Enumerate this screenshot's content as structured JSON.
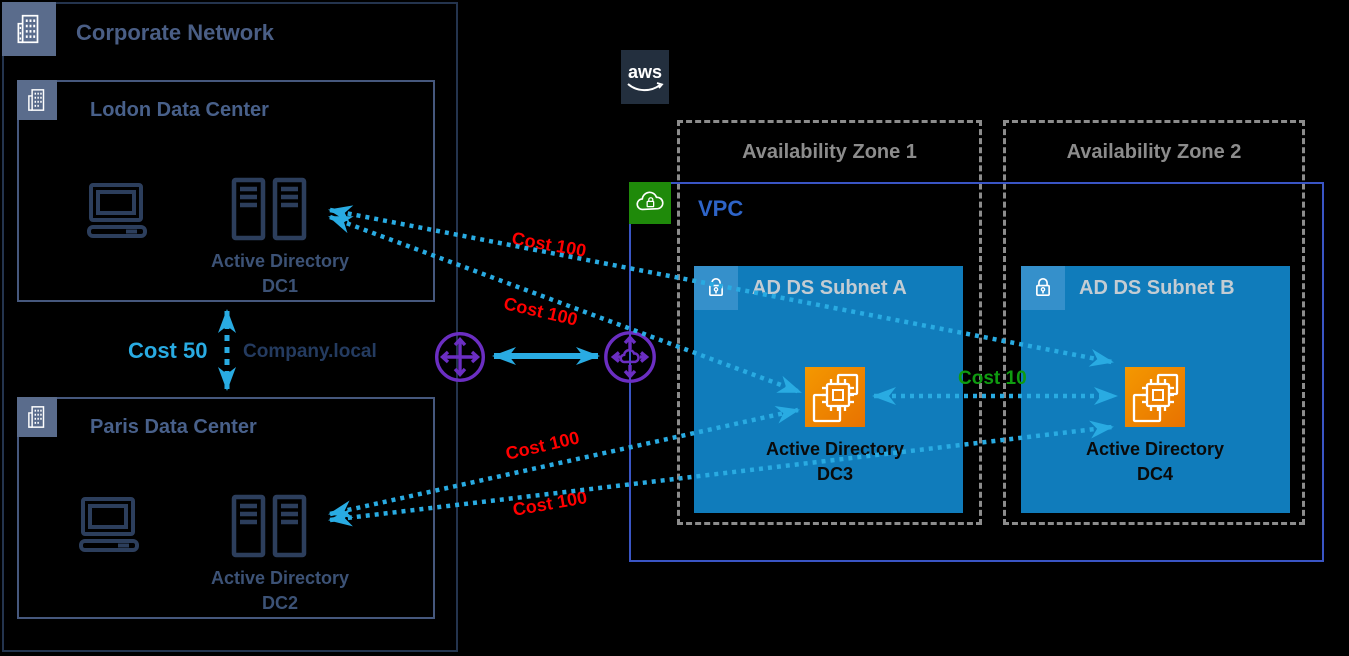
{
  "diagram": {
    "corporate_network": {
      "title": "Corporate Network"
    },
    "london_dc": {
      "title": "Lodon Data Center",
      "node_line1": "Active Directory",
      "node_line2": "DC1"
    },
    "paris_dc": {
      "title": "Paris Data Center",
      "node_line1": "Active Directory",
      "node_line2": "DC2"
    },
    "site_link": {
      "cost_label": "Cost 50",
      "domain_label": "Company.local"
    },
    "aws_logo_text": "aws",
    "availability_zone_1": {
      "title": "Availability Zone 1"
    },
    "availability_zone_2": {
      "title": "Availability Zone 2"
    },
    "vpc": {
      "title": "VPC"
    },
    "subnet_a": {
      "title": "AD DS Subnet A",
      "node_line1": "Active Directory",
      "node_line2": "DC3"
    },
    "subnet_b": {
      "title": "AD DS Subnet B",
      "node_line1": "Active Directory",
      "node_line2": "DC4"
    },
    "replication_costs": {
      "dc1_dc4": "Cost 100",
      "dc1_dc3": "Cost 100",
      "dc2_dc3": "Cost 100",
      "dc2_dc4": "Cost 100",
      "dc3_dc4": "Cost 10"
    },
    "colors": {
      "line_cyan": "#29ABE2",
      "cost100_red": "#FF0000",
      "cost10_green": "#0F9B10",
      "subnet_blue": "#107CBB",
      "subnet_badge_blue": "#3590CB",
      "vpc_border_blue": "#3A55C5",
      "vpc_badge_green": "#1F8A0A",
      "az_gray": "#8C8C8C",
      "ec2_orange": "#ED8103",
      "gateway_purple": "#6B2EC2",
      "corporate_badge_slate": "#5A6C8C",
      "onprem_icon_navy": "#2C3E5C",
      "aws_navy": "#232F3E"
    }
  }
}
